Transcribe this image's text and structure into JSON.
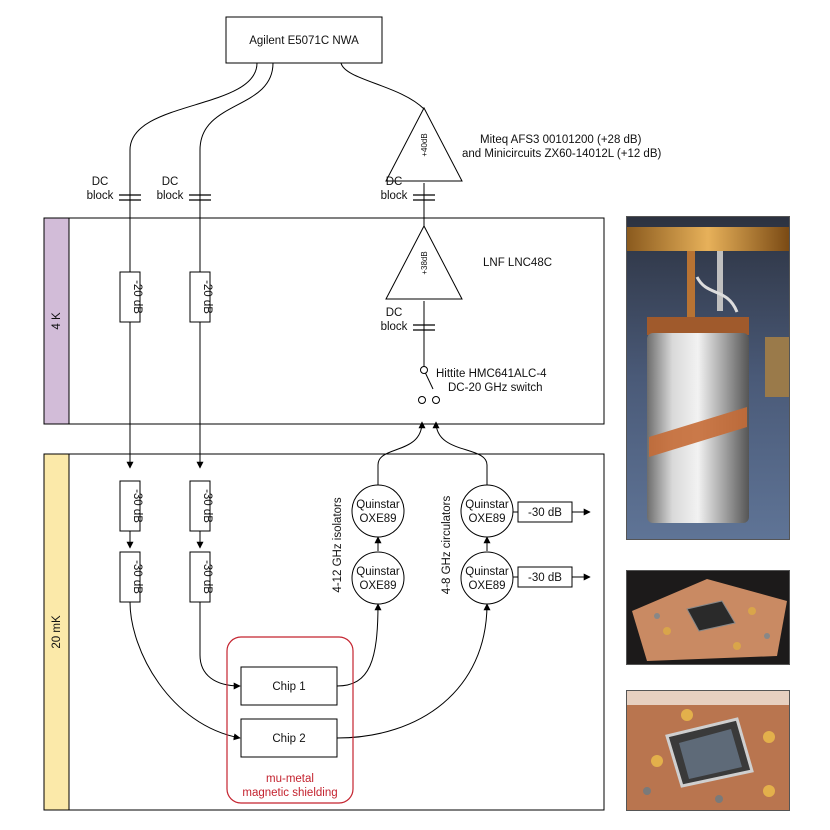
{
  "nwa": "Agilent E5071C NWA",
  "miteq_label": [
    "Miteq AFS3 00101200 (+28 dB)",
    "and Minicircuits ZX60-14012L (+12 dB)"
  ],
  "miteq_gain": "+40dB",
  "lnf_label": "LNF LNC48C",
  "lnf_gain": "+38dB",
  "dc_block": [
    "DC",
    "block"
  ],
  "switch_label": [
    "Hittite HMC641ALC-4",
    "DC-20 GHz switch"
  ],
  "stage_4k": "4 K",
  "stage_20mk": "20 mK",
  "att_20": "-20 dB",
  "att_30": "-30 dB",
  "quinstar": [
    "Quinstar",
    "OXE89"
  ],
  "isolators_label": "4-12 GHz isolators",
  "circulators_label": "4-8 GHz circulators",
  "chip1": "Chip 1",
  "chip2": "Chip 2",
  "shield_label": [
    "mu-metal",
    "magnetic shielding"
  ],
  "colors": {
    "stage_4k_fill": "#d2bcd8",
    "stage_20mk_fill": "#fbe9a9",
    "shield_stroke": "#c4232f"
  }
}
